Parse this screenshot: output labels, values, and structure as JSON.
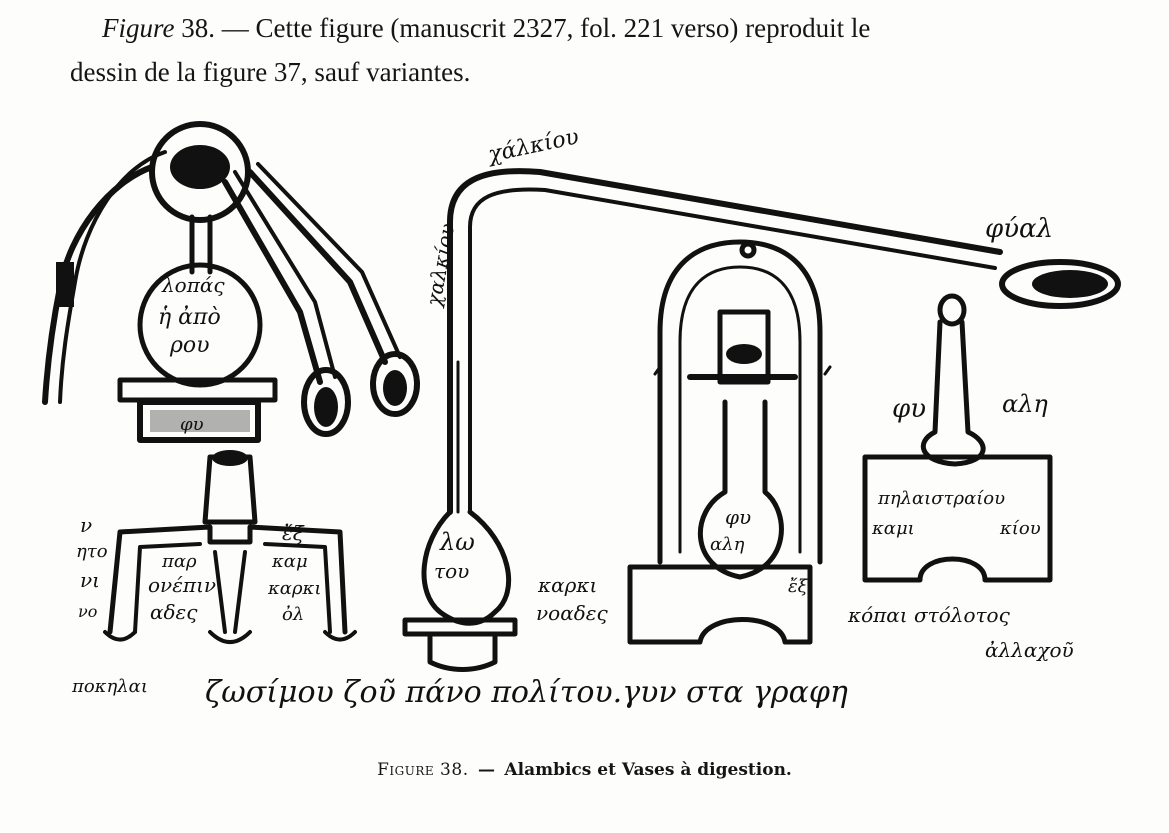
{
  "intro": {
    "figure_label": "Figure",
    "figure_number": "38.",
    "dash": "—",
    "line1": "Cette figure (manuscrit 2327, fol. 221 verso) reproduit le",
    "line2": "dessin de la figure 37, sauf variantes."
  },
  "drawing": {
    "labels": {
      "top_tube_1": "χαλκίου",
      "top_tube_2": "χάλκίου",
      "phial_top_right": "φύαλ",
      "left_flask_1": "λοπάς",
      "left_flask_2": "ἡ ἀπὸ",
      "left_flask_3": "ρου",
      "left_base": "φυ",
      "left_pot_1": "ν",
      "left_pot_2": "ητο",
      "left_pot_3": "νι",
      "left_pot_4": "νο",
      "left_pot_5": "παρ",
      "left_pot_6": "ονέπιν",
      "left_pot_7": "αδες",
      "left_pot_8": "ἔξ",
      "left_pot_9": "καμ",
      "left_pot_10": "καρκι",
      "left_pot_11": "ὀλ",
      "center_flask_1": "λω",
      "center_flask_2": "του",
      "center_mid_1": "καρκι",
      "center_mid_2": "νοαδες",
      "right_vessel_1": "φυ",
      "right_vessel_2": "αλη",
      "right_vessel_3": "ἔξ",
      "far_right_1": "φυ",
      "far_right_2": "αλη",
      "far_right_3": "πηλαιστραίου",
      "far_right_4": "καμι",
      "far_right_5": "κίου",
      "far_right_6": "κόπαι στόλοτος",
      "far_right_7": "ἀλλαχοῦ",
      "bottom_left": "ποκηλαι",
      "bottom_line": "ζωσίμου ζοῦ πάνο πολίτου.γυν στα γραφη"
    }
  },
  "caption": {
    "lead": "Figure 38.",
    "dash": "—",
    "title": "Alambics et Vases à digestion."
  }
}
